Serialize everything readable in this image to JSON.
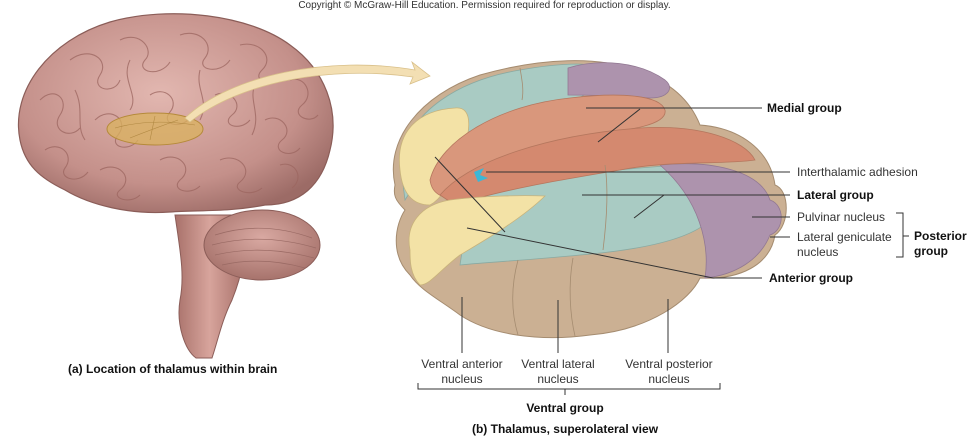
{
  "copyright": "Copyright © McGraw-Hill Education. Permission required for reproduction or display.",
  "panel_a": {
    "caption": "(a) Location of thalamus within brain"
  },
  "panel_b": {
    "caption": "(b) Thalamus, superolateral view",
    "labels": {
      "medial_group": "Medial group",
      "interthalamic_adhesion": "Interthalamic adhesion",
      "lateral_group": "Lateral group",
      "pulvinar_nucleus": "Pulvinar nucleus",
      "lateral_geniculate_line1": "Lateral geniculate",
      "lateral_geniculate_line2": "nucleus",
      "posterior_group_line1": "Posterior",
      "posterior_group_line2": "group",
      "anterior_group": "Anterior group",
      "ventral_anterior_line1": "Ventral anterior",
      "ventral_anterior_line2": "nucleus",
      "ventral_lateral_line1": "Ventral lateral",
      "ventral_lateral_line2": "nucleus",
      "ventral_posterior_line1": "Ventral posterior",
      "ventral_posterior_line2": "nucleus",
      "ventral_group": "Ventral group"
    }
  },
  "colors": {
    "brain": "#c9958f",
    "brain_dark": "#9c6b66",
    "thalamus_highlight": "#d9b25e",
    "arrow": "#f3dfb3",
    "anterior": "#f3e2a6",
    "medial": "#d9977c",
    "lateral": "#a9cbc3",
    "posterior": "#ad93ad",
    "ventral": "#cbb093",
    "adhesion": "#3db7d6"
  }
}
